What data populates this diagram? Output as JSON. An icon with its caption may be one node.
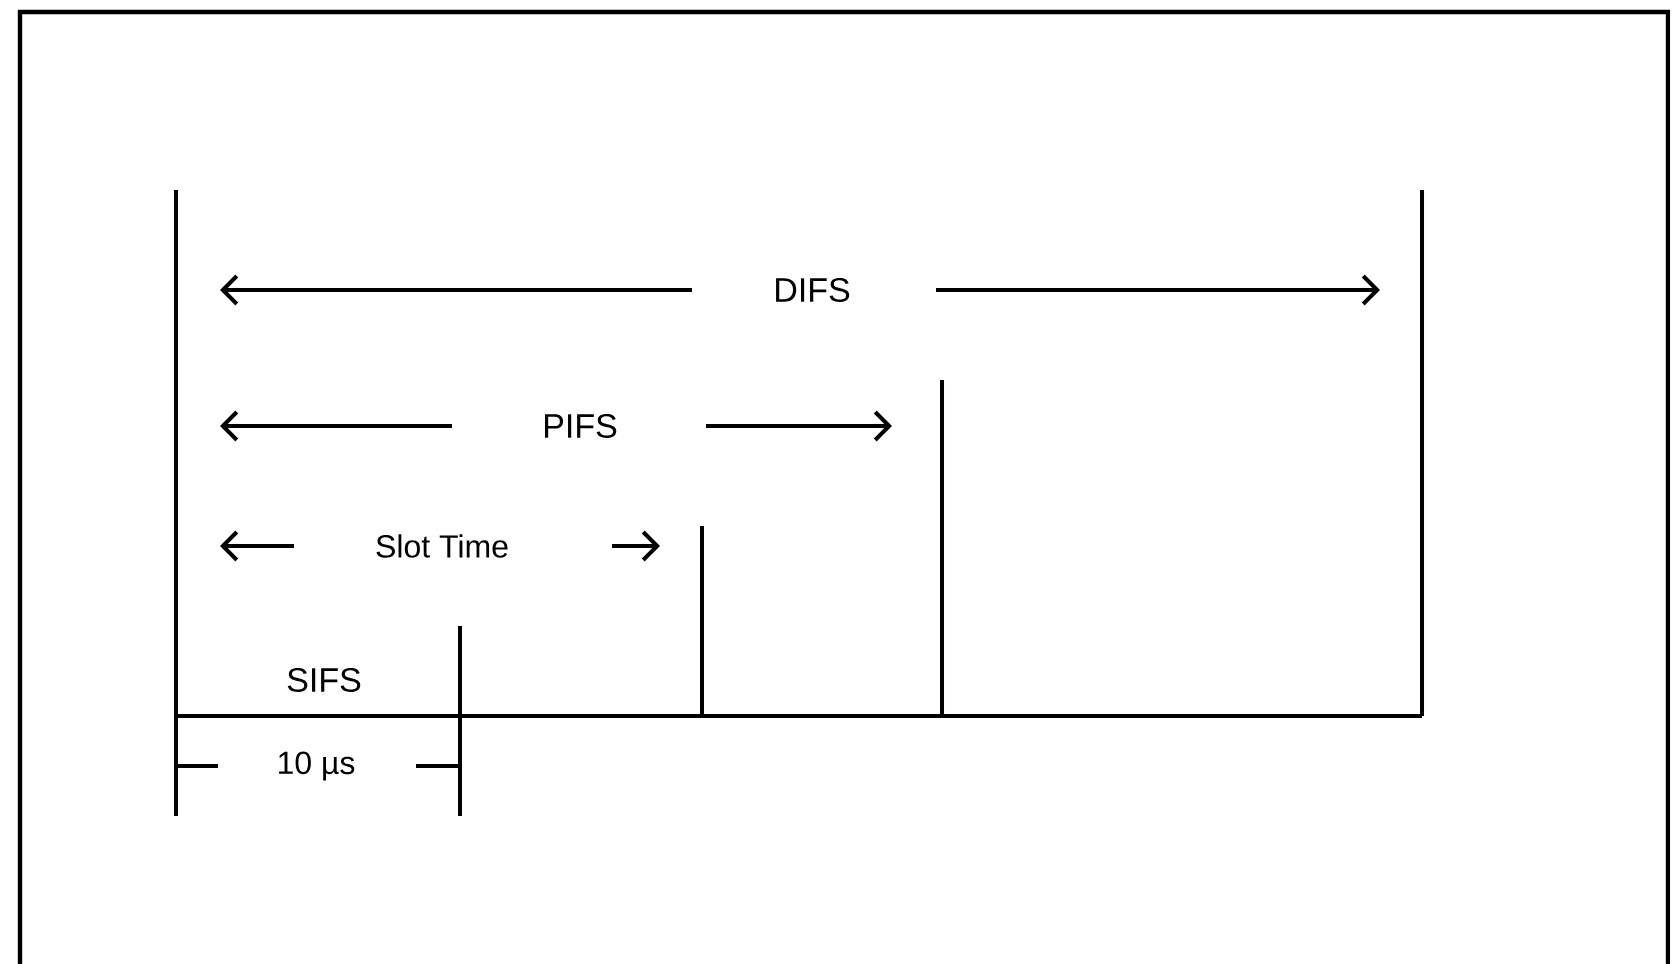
{
  "diagram": {
    "labels": [
      "DIFS",
      "PIFS",
      "Slot Time",
      "SIFS",
      "10 µs"
    ]
  }
}
